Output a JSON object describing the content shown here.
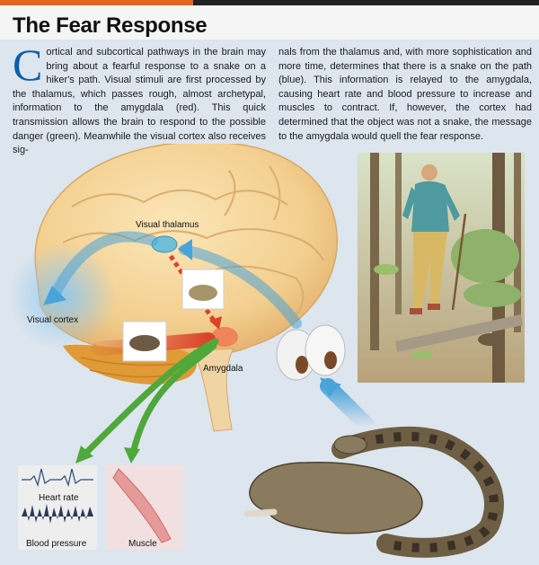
{
  "title": "The Fear Response",
  "intro": {
    "dropcap": "C",
    "left_text": "ortical and subcortical pathways in the brain may bring about a fearful response to a snake on a hiker's path. Visual stimuli are first processed by the thalamus, which passes rough, almost archetypal, information to the amygdala (red). This quick transmission allows the brain to respond to the possible danger (green). Meanwhile the visual cortex also receives sig-",
    "right_text": "nals from the thalamus and, with more sophistication and more time, determines that there is a snake on the path (blue). This information is relayed to the amygdala, causing heart rate and blood pressure to increase and muscles to contract. If, however, the cortex had determined that the object was not a snake, the message to the amygdala would quell the fear response."
  },
  "labels": {
    "visual_thalamus": "Visual thalamus",
    "visual_cortex": "Visual cortex",
    "amygdala": "Amygdala",
    "heart_rate": "Heart rate",
    "blood_pressure": "Blood pressure",
    "muscle": "Muscle"
  },
  "colors": {
    "accent": "#e0651e",
    "panel": "#dde5ee",
    "dropcap": "#0e5fa9",
    "red_path": "#d9432a",
    "green_path": "#4fa83a",
    "blue_path": "#4aa3d9"
  }
}
